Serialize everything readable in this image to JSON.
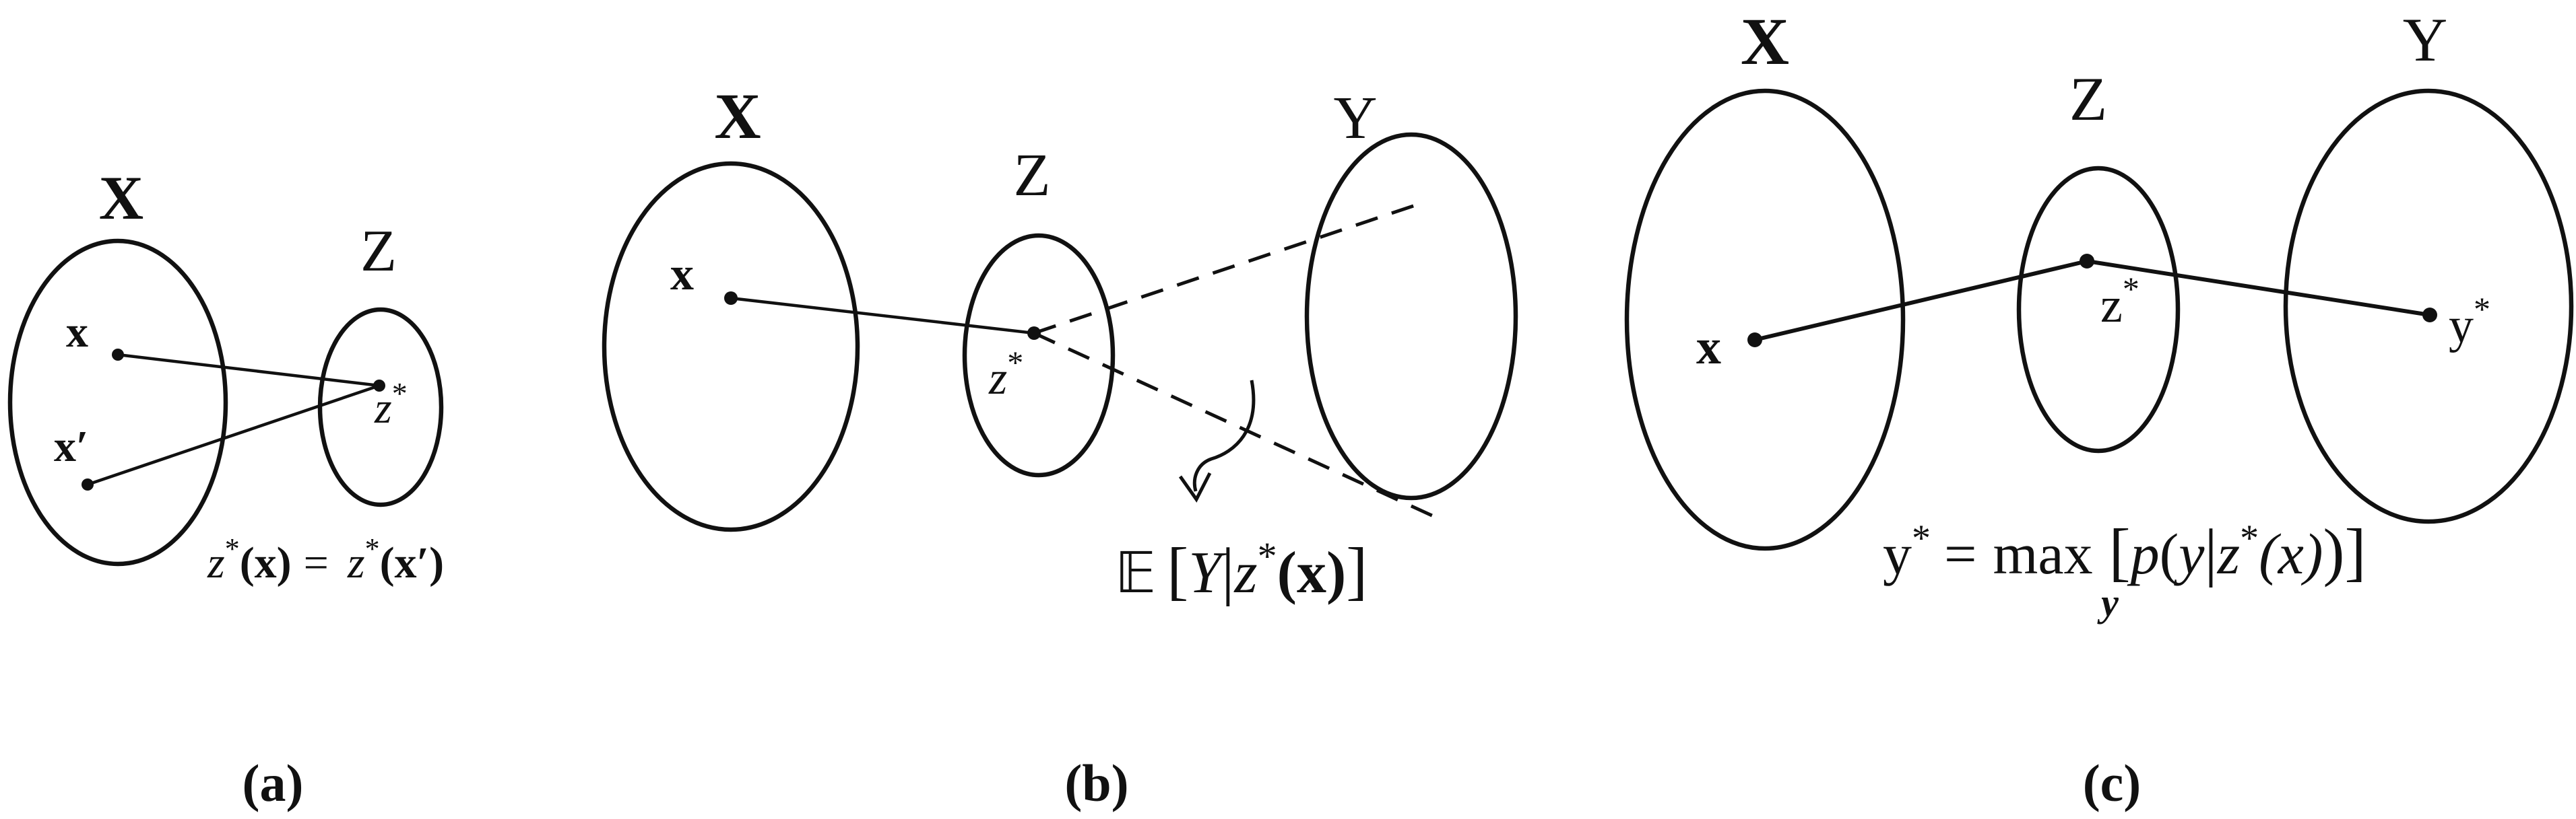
{
  "panel_a": {
    "set_x": "X",
    "set_z": "Z",
    "point_x": "x",
    "point_xprime": "x′",
    "point_z": "z",
    "eq_lhs_z": "z",
    "eq_lhs_arg": "(x)",
    "eq_equals": "=",
    "eq_rhs_z": "z",
    "eq_rhs_arg": "(x′)",
    "caption": "(a)"
  },
  "panel_b": {
    "set_x": "X",
    "set_z": "Z",
    "set_y": "Y",
    "point_x": "x",
    "point_z": "z",
    "exp_symbol": "𝔼",
    "exp_bracket_open": "[",
    "exp_y": "Y",
    "exp_bar": "|",
    "exp_z": "z",
    "exp_arg": "(x)",
    "exp_bracket_close": "]",
    "caption": "(b)"
  },
  "panel_c": {
    "set_x": "X",
    "set_z": "Z",
    "set_y": "Y",
    "point_x": "x",
    "point_z": "z",
    "point_y": "y",
    "eq_lhs": "y",
    "eq_equals": "=",
    "eq_max": "max",
    "eq_max_sub": "y",
    "eq_bracket_open": "[",
    "eq_p": "p",
    "eq_paren_open": "(",
    "eq_y": "y",
    "eq_bar": "|",
    "eq_z": "z",
    "eq_arg": "(x)",
    "eq_close": ")]",
    "caption": "(c)"
  },
  "star": "*"
}
